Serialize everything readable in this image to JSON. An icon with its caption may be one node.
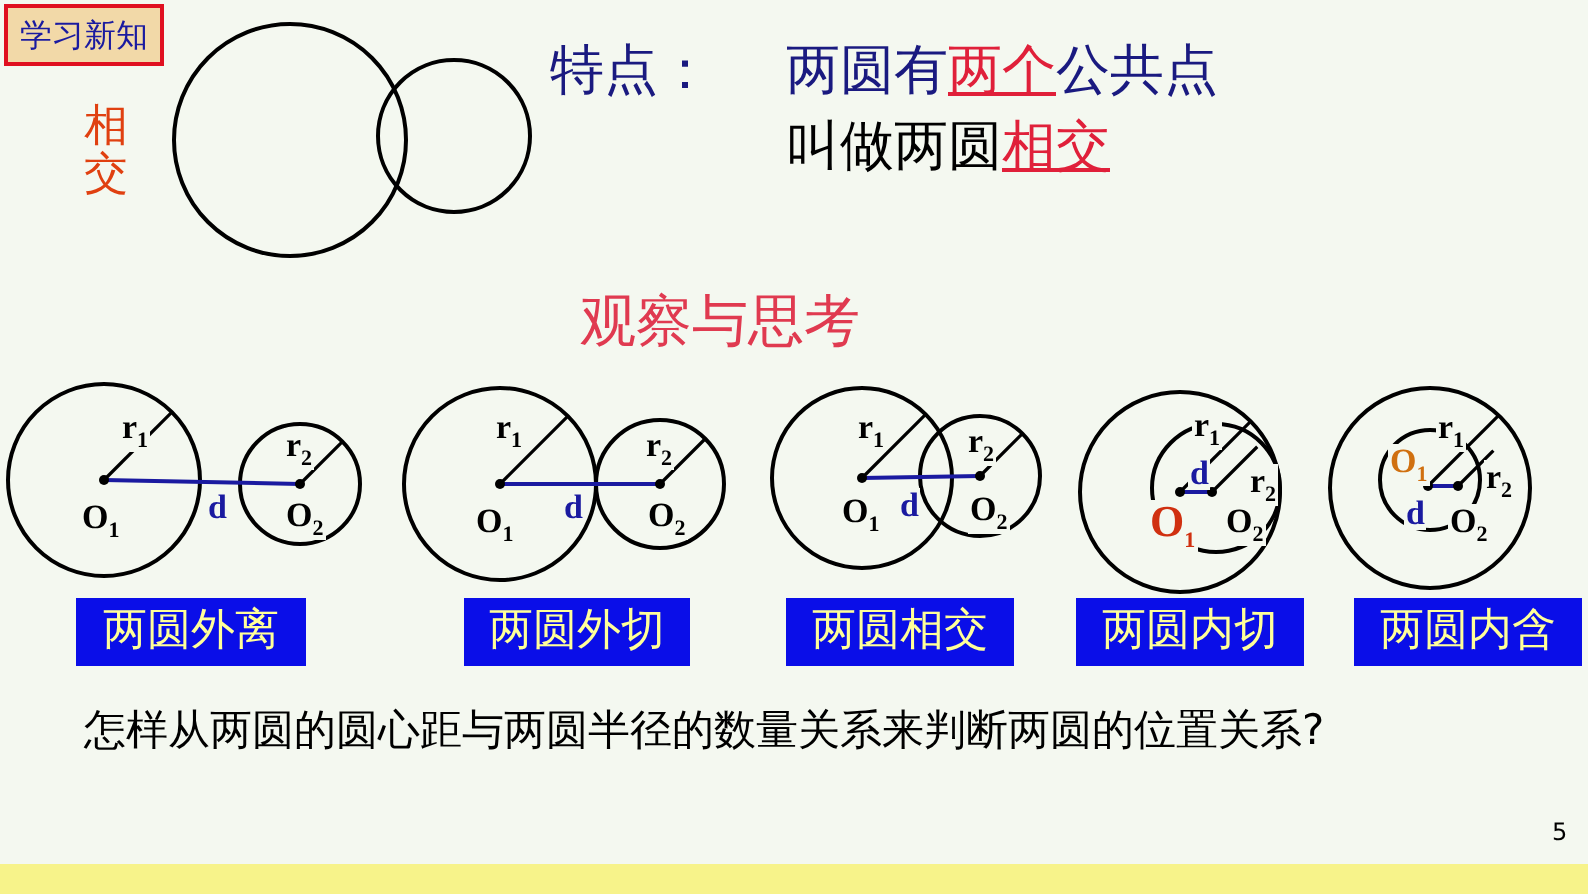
{
  "diagram": {
    "nodes": [
      {
        "text": [
          "学习新知"
        ]
      },
      {
        "text": [
          "两圆外离"
        ]
      },
      {
        "text": [
          "两圆外切"
        ]
      },
      {
        "text": [
          "两圆相交"
        ]
      },
      {
        "text": [
          "两圆内切"
        ]
      },
      {
        "text": [
          "两圆内含"
        ]
      },
      {
        "text": [],
        "shape": "bar"
      }
    ],
    "labels": [
      "相交",
      "特点：",
      "两圆有**两个**公共点",
      "叫做两圆**相交**",
      "观察与思考",
      "r$_{1}$",
      "r$_{2}$",
      "O$_{1}$",
      "d",
      "O$_{2}$",
      "r$_{1}$",
      "r$_{2}$",
      "O$_{1}$",
      "d",
      "O$_{2}$",
      "r$_{1}$",
      "r$_{2}$",
      "O$_{1}$",
      "d",
      "O$_{2}$",
      "r$_{1}$",
      "r$_{2}$",
      "O$_{1}$",
      "d",
      "O$_{2}$",
      "r$_{1}$",
      "r$_{2}$",
      "O$_{1}$",
      "d",
      "O$_{2}$",
      "怎样从两圆的圆心距与两圆半径的数量关系来判断两圆的位置关系?",
      "5"
    ]
  }
}
